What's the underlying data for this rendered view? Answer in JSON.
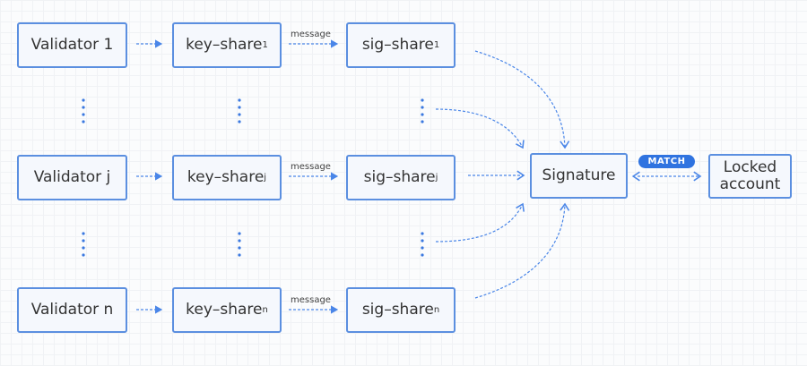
{
  "validators": [
    "Validator 1",
    "Validator j",
    "Validator n"
  ],
  "key_share": {
    "label": "key–share",
    "subs": [
      "1",
      "j",
      "n"
    ]
  },
  "sig_share": {
    "label": "sig–share",
    "subs": [
      "1",
      "j",
      "n"
    ]
  },
  "message_label": "message",
  "signature": "Signature",
  "match_badge": "MATCH",
  "locked_account": {
    "line1": "Locked",
    "line2": "account"
  },
  "colors": {
    "accent": "#2f73e0",
    "border": "#5b8fe0",
    "arrow": "#4a86e8"
  }
}
